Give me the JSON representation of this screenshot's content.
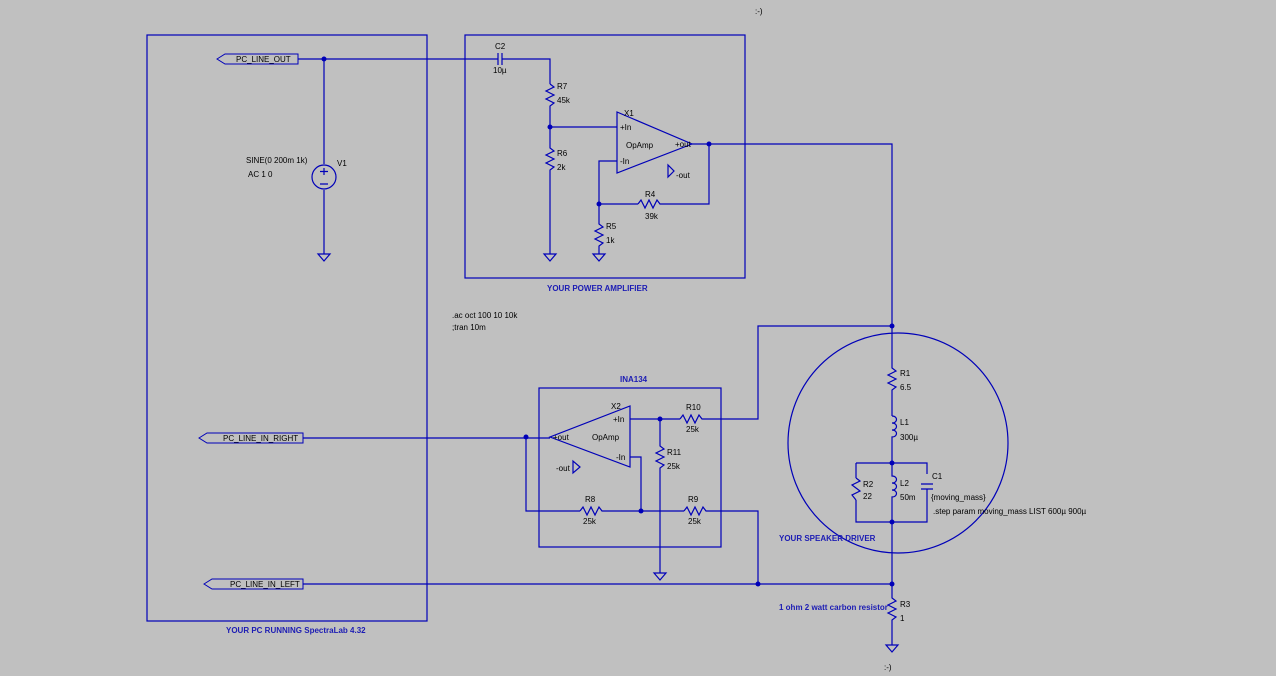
{
  "smileys": {
    "top": ":-)",
    "bottom": ":-)"
  },
  "blocks": {
    "pc": "YOUR PC RUNNING SpectraLab 4.32",
    "amp": "YOUR POWER AMPLIFIER",
    "ina": "INA134",
    "speaker": "YOUR SPEAKER DRIVER"
  },
  "nets": {
    "line_out": "PC_LINE_OUT",
    "line_in_right": "PC_LINE_IN_RIGHT",
    "line_in_left": "PC_LINE_IN_LEFT"
  },
  "source": {
    "name": "V1",
    "value1": "SINE(0 200m 1k)",
    "value2": "AC 1 0"
  },
  "directives": {
    "ac": ".ac oct 100 10 10k",
    "tran": ";tran 10m",
    "step": ".step param moving_mass LIST 600µ 900µ"
  },
  "opamps": {
    "x1": {
      "name": "X1",
      "model": "OpAmp",
      "in_p": "+In",
      "in_n": "-In",
      "out_p": "+out",
      "out_n": "-out"
    },
    "x2": {
      "name": "X2",
      "model": "OpAmp",
      "in_p": "+In",
      "in_n": "-In",
      "out_p": "+out",
      "out_n": "-out"
    }
  },
  "components": {
    "c2": {
      "name": "C2",
      "value": "10µ"
    },
    "r7": {
      "name": "R7",
      "value": "45k"
    },
    "r6": {
      "name": "R6",
      "value": "2k"
    },
    "r4": {
      "name": "R4",
      "value": "39k"
    },
    "r5": {
      "name": "R5",
      "value": "1k"
    },
    "r10": {
      "name": "R10",
      "value": "25k"
    },
    "r11": {
      "name": "R11",
      "value": "25k"
    },
    "r8": {
      "name": "R8",
      "value": "25k"
    },
    "r9": {
      "name": "R9",
      "value": "25k"
    },
    "r1": {
      "name": "R1",
      "value": "6.5"
    },
    "l1": {
      "name": "L1",
      "value": "300µ"
    },
    "r2": {
      "name": "R2",
      "value": "22"
    },
    "l2": {
      "name": "L2",
      "value": "50m"
    },
    "c1": {
      "name": "C1",
      "value": "{moving_mass}"
    },
    "r3": {
      "name": "R3",
      "value": "1"
    }
  },
  "notes": {
    "r3": "1 ohm 2 watt carbon resistor"
  },
  "colors": {
    "background": "#c0c0c0",
    "wire": "#0000b8",
    "label": "#1c1cb4"
  }
}
